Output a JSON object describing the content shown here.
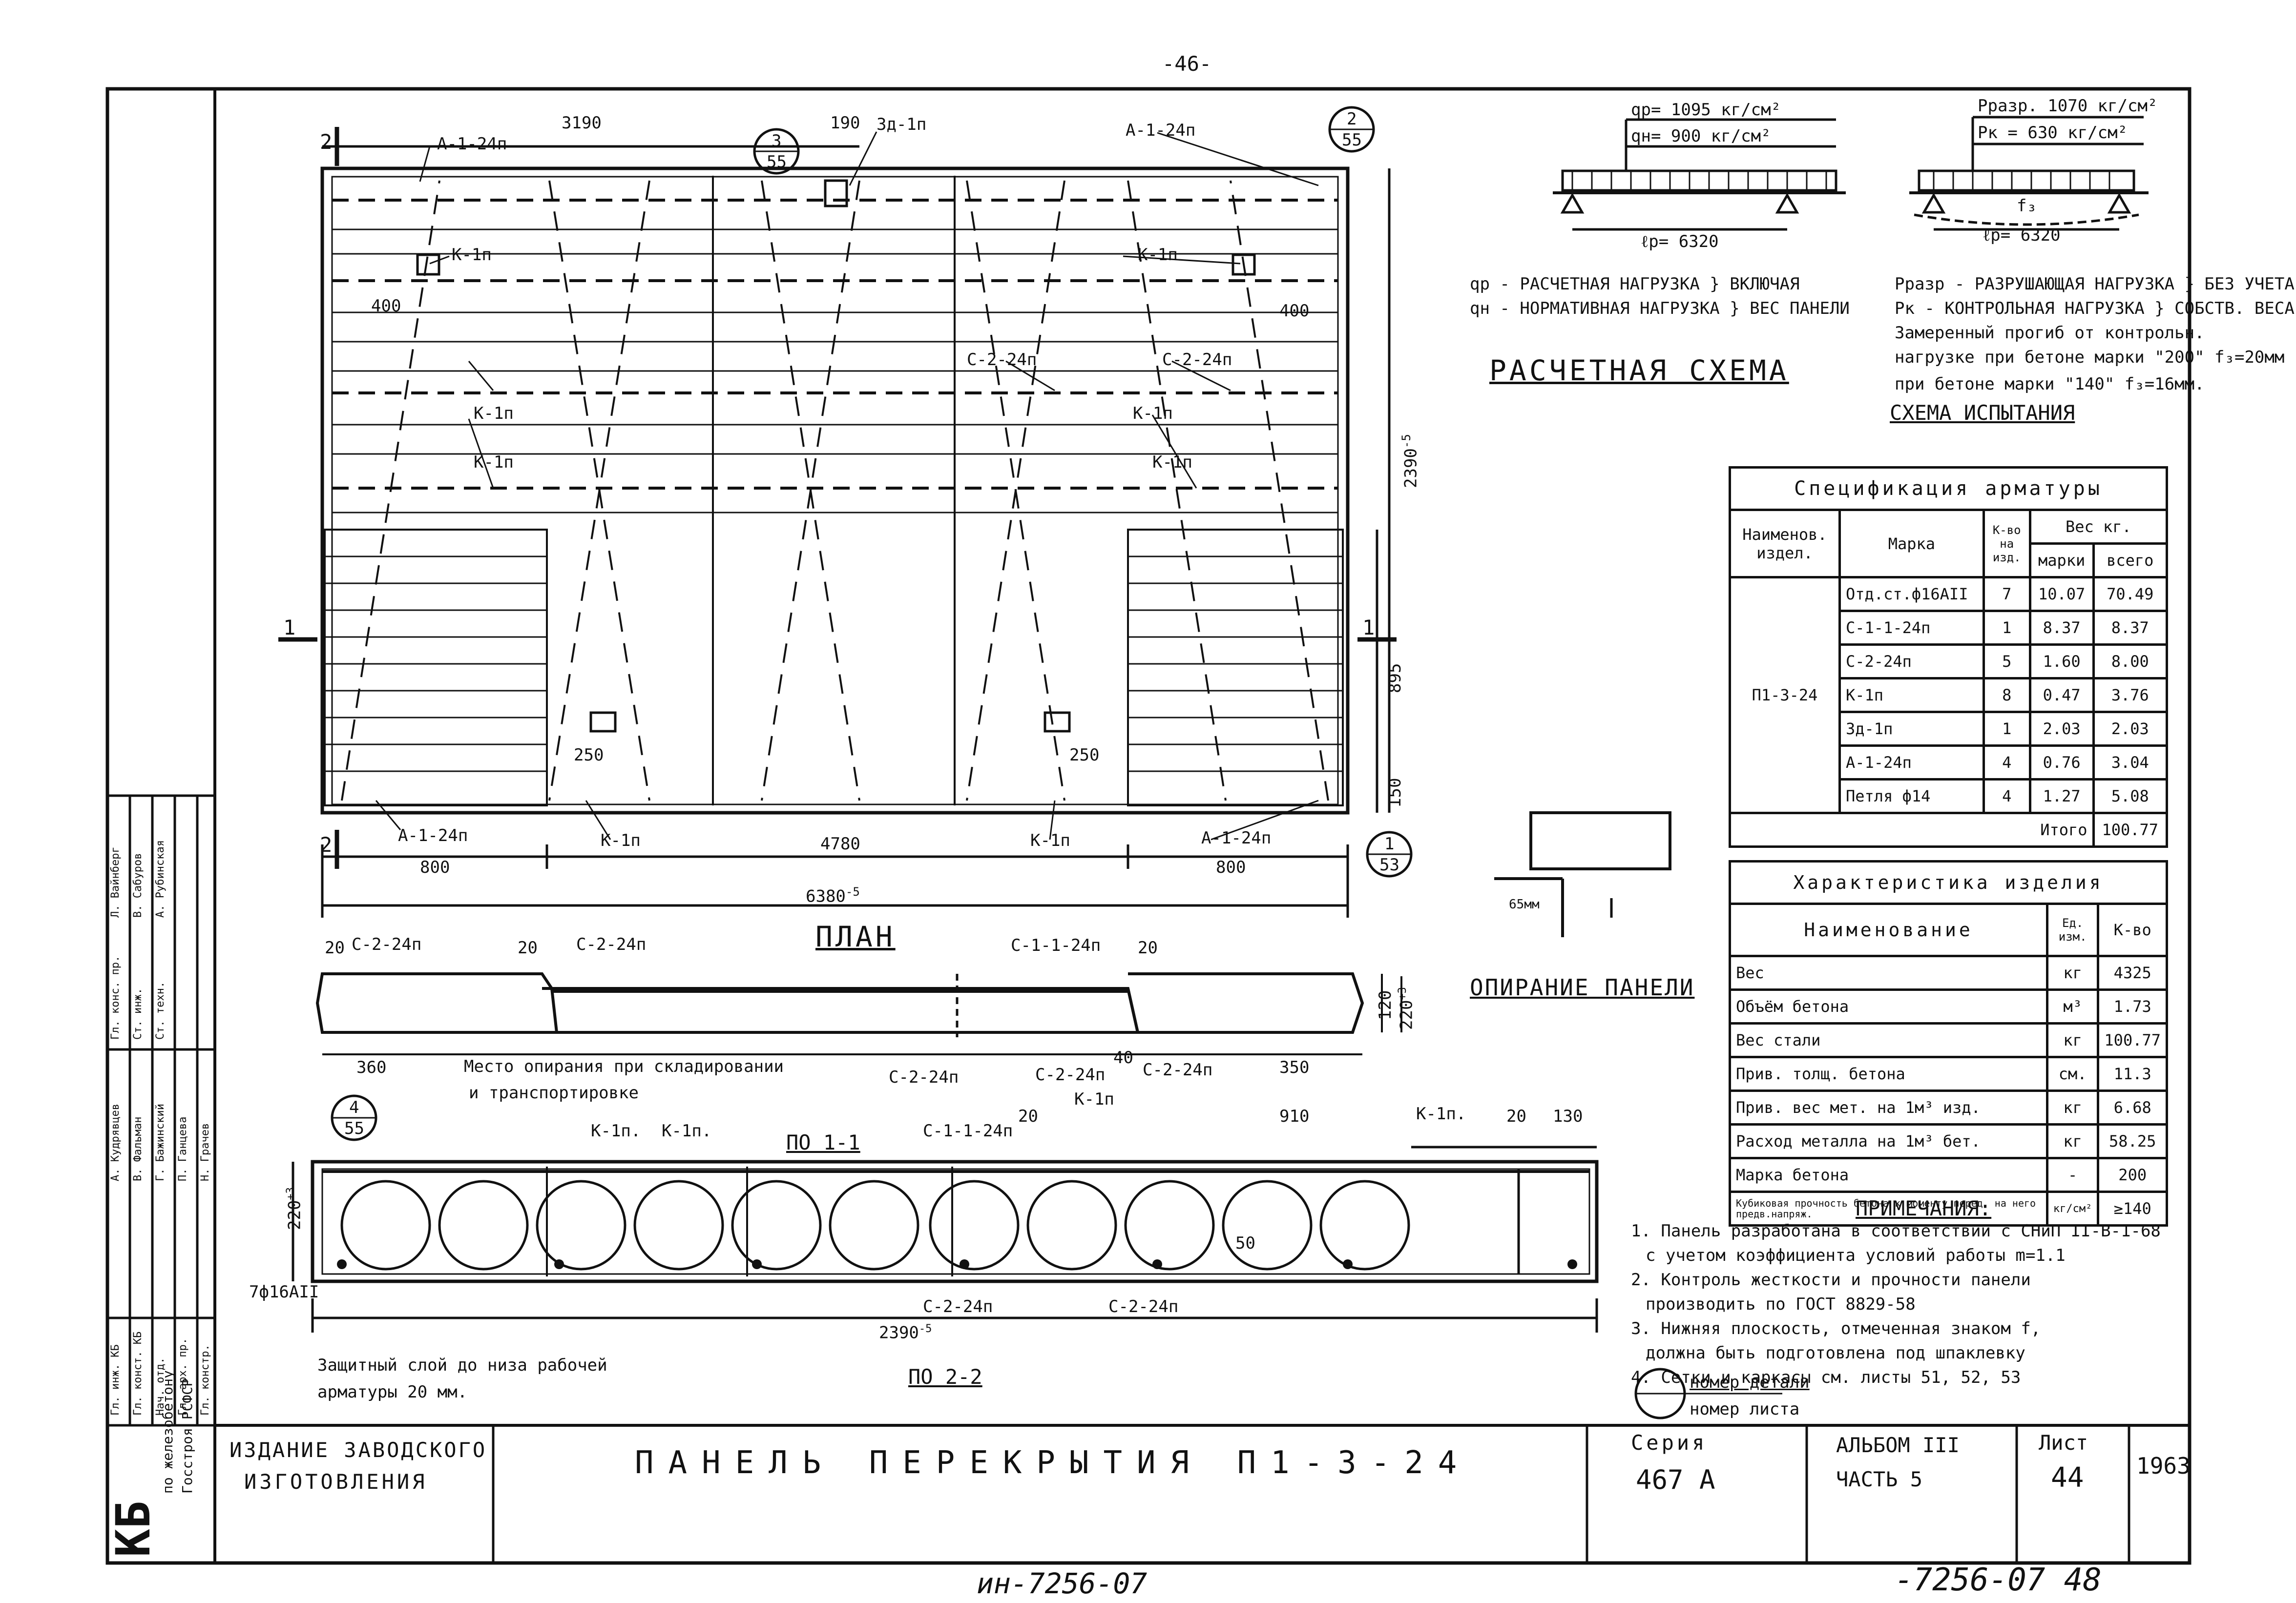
{
  "page_number": "-46-",
  "plan": {
    "title": "ПЛАН",
    "dims": {
      "d3190": "3190",
      "d190": "190",
      "d400a": "400",
      "d400b": "400",
      "d250a": "250",
      "d250b": "250",
      "d800a": "800",
      "d800b": "800",
      "d4780": "4780",
      "d6380": "6380",
      "d6380_sup": "-5",
      "d2390": "2390",
      "d2390_sup": "-5",
      "d895": "895",
      "d150": "150"
    },
    "labels": {
      "a124_tl": "А-1-24п",
      "a124_tr": "А-1-24п",
      "a124_bl": "А-1-24п",
      "a124_br": "А-1-24п",
      "zd1": "Зд-1п",
      "k1_1": "К-1п",
      "k1_2": "К-1п",
      "k1_3": "К-1п",
      "k1_4": "К-1п",
      "k1_5": "К-1п",
      "k1_6": "К-1п",
      "k1_7": "К-1п",
      "k1_8": "К-1п",
      "c224_1": "С-2-24п",
      "c224_2": "С-2-24п",
      "sec21_top": "2",
      "sec21_bot": "2",
      "sec11_left": "1",
      "sec11_right": "1"
    },
    "callouts": {
      "c3_num": "3",
      "c3_sheet": "55",
      "c2_num": "2",
      "c2_sheet": "55",
      "c1_num": "1",
      "c1_sheet": "53"
    }
  },
  "section11": {
    "title": "ПО 1-1",
    "labels": {
      "c224a": "С-2-24п",
      "c224b": "С-2-24п",
      "c124": "С-1-1-24п",
      "c224c": "С-2-24п",
      "c224d": "С-2-24п",
      "c224e": "С-2-24п",
      "d20a": "20",
      "d20b": "20",
      "d20c": "20",
      "d360": "360",
      "d350": "350",
      "d120": "120",
      "d220": "220",
      "d220_sup": "+3",
      "d40": "40",
      "support_note1": "Место опирания при складировании",
      "support_note2": "и транспортировке"
    }
  },
  "section22": {
    "title": "ПО 2-2",
    "labels": {
      "c4_num": "4",
      "c4_sheet": "55",
      "k1a": "К-1п.",
      "k1b": "К-1п.",
      "c1124": "С-1-1-24п",
      "k1c": "К-1п",
      "k1d": "К-1п.",
      "d20a": "20",
      "d20b": "20",
      "d910": "910",
      "d130": "130",
      "d220": "220",
      "d220_sup": "+3",
      "d2390": "2390",
      "d2390_sup": "-5",
      "c224": "С-2-24п",
      "c224b": "С-2-24п",
      "rebar": "7ф16АII",
      "d50": "50",
      "cover1": "Защитный слой до низа рабочей",
      "cover2": "арматуры 20 мм."
    }
  },
  "calc_scheme": {
    "title": "РАСЧЕТНАЯ СХЕМА",
    "qp": "qр= 1095 кг/см²",
    "qn": "qн= 900 кг/см²",
    "lp": "ℓр= 6320",
    "legend1": "qр - РАСЧЕТНАЯ НАГРУЗКА } ВКЛЮЧАЯ",
    "legend2": "qн - НОРМАТИВНАЯ НАГРУЗКА } ВЕС ПАНЕЛИ"
  },
  "test_scheme": {
    "title": "СХЕМА ИСПЫТАНИЯ",
    "prazr": "Pразр. 1070 кг/см²",
    "pk": "Pк = 630 кг/см²",
    "f3": "f₃",
    "lp": "ℓр= 6320",
    "notes": [
      "Pразр - РАЗРУШАЮЩАЯ НАГРУЗКА } БЕЗ УЧЕТА",
      "Pк - КОНТРОЛЬНАЯ НАГРУЗКА } СОБСТВ. ВЕСА",
      "Замеренный прогиб от контрольн.",
      "нагрузке при бетоне марки \"200\" f₃=20мм",
      "при бетоне марки \"140\" f₃=16мм."
    ]
  },
  "support": {
    "title": "ОПИРАНИЕ ПАНЕЛИ",
    "dim": "65мм"
  },
  "spec_table": {
    "title": "Спецификация арматуры",
    "headers": {
      "name": "Наименов. издел.",
      "mark": "Марка",
      "qty": "К-во на изд.",
      "weight": "Вес кг.",
      "w_mark": "марки",
      "w_total": "всего"
    },
    "product": "П1-3-24",
    "rows": [
      {
        "mark": "Отд.ст.ф16АII",
        "qty": "7",
        "w": "10.07",
        "t": "70.49"
      },
      {
        "mark": "С-1-1-24п",
        "qty": "1",
        "w": "8.37",
        "t": "8.37"
      },
      {
        "mark": "С-2-24п",
        "qty": "5",
        "w": "1.60",
        "t": "8.00"
      },
      {
        "mark": "К-1п",
        "qty": "8",
        "w": "0.47",
        "t": "3.76"
      },
      {
        "mark": "Зд-1п",
        "qty": "1",
        "w": "2.03",
        "t": "2.03"
      },
      {
        "mark": "А-1-24п",
        "qty": "4",
        "w": "0.76",
        "t": "3.04"
      },
      {
        "mark": "Петля ф14",
        "qty": "4",
        "w": "1.27",
        "t": "5.08"
      }
    ],
    "total_label": "Итого",
    "total": "100.77"
  },
  "char_table": {
    "title": "Характеристика изделия",
    "headers": {
      "name": "Наименование",
      "unit": "Ед. изм.",
      "qty": "К-во"
    },
    "rows": [
      {
        "name": "Вес",
        "unit": "кг",
        "v": "4325"
      },
      {
        "name": "Объём бетона",
        "unit": "м³",
        "v": "1.73"
      },
      {
        "name": "Вес стали",
        "unit": "кг",
        "v": "100.77"
      },
      {
        "name": "Прив. толщ. бетона",
        "unit": "см.",
        "v": "11.3"
      },
      {
        "name": "Прив. вес мет. на 1м³ изд.",
        "unit": "кг",
        "v": "6.68"
      },
      {
        "name": "Расход металла на 1м³ бет.",
        "unit": "кг",
        "v": "58.25"
      },
      {
        "name": "Марка бетона",
        "unit": "-",
        "v": "200"
      },
      {
        "name": "Кубиковая прочность бетона к моменту перед. на него предв.напряж.",
        "unit": "кг/см²",
        "v": "≥140"
      }
    ]
  },
  "notes": {
    "title": "ПРИМЕЧАНИЯ:",
    "items": [
      "1. Панель разработана в соответствии с СНиП II-В-1-68",
      "с учетом коэффициента условий работы m=1.1",
      "2. Контроль жесткости и прочности панели",
      "производить по ГОСТ 8829-58",
      "3. Нижняя плоскость, отмеченная знаком f,",
      "должна быть подготовлена под шпаклевку",
      "4. Сетки и каркасы см. листы 51, 52, 53"
    ],
    "legend_top": "номер детали",
    "legend_bot": "номер листа"
  },
  "title_block": {
    "edition1": "ИЗДАНИЕ ЗАВОДСКОГО",
    "edition2": "ИЗГОТОВЛЕНИЯ",
    "title": "ПАНЕЛЬ ПЕРЕКРЫТИЯ П1-3-24",
    "series_label": "Серия",
    "series": "467 А",
    "album_label": "АЛЬБОМ III",
    "part": "ЧАСТЬ 5",
    "sheet_label": "Лист",
    "sheet": "44",
    "year": "1963",
    "kb": "КБ",
    "org1": "по железобетону",
    "org2": "Госстроя РСФСР"
  },
  "stamp": {
    "roles": [
      "Гл. инж. КБ",
      "Гл. конст. КБ",
      "Нач. отд.",
      "Гл. арх. пр.",
      "Гл. констр."
    ],
    "names": [
      "А. Кудрявцев",
      "В. Фальман",
      "Г. Бажинский",
      "П. Ганцева",
      "Н. Грачев"
    ],
    "roles2": [
      "Гл. конс. пр.",
      "Ст. инж.",
      "Ст. техн."
    ],
    "names2": [
      "Л. Вайнберг",
      "В. Сабуров",
      "А. Рубинская"
    ]
  },
  "handwritten": {
    "bottom_center": "ин-7256-07",
    "bottom_right": "-7256-07 48"
  }
}
